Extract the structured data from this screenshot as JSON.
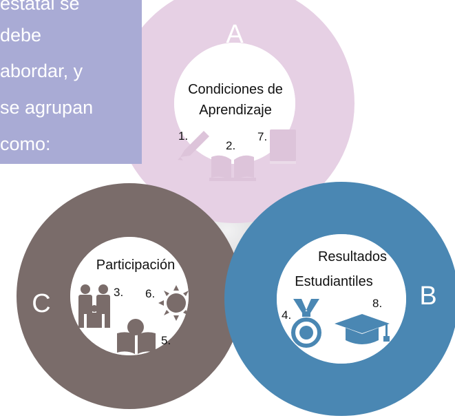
{
  "side_panel": {
    "lines": [
      "estatal se",
      "debe",
      "abordar, y",
      "se agrupan",
      "como:"
    ],
    "color": "#a9abd5"
  },
  "rings": {
    "a": {
      "letter": "A",
      "title_lines": [
        "Condiciones de",
        "Aprendizaje"
      ],
      "color": "#e6d0e4"
    },
    "b": {
      "letter": "B",
      "title_lines": [
        "Resultados",
        "Estudiantiles"
      ],
      "color": "#4a87b3"
    },
    "c": {
      "letter": "C",
      "title_lines": [
        "Participación"
      ],
      "color": "#7a6c6a"
    }
  },
  "numbers": {
    "n1": "1.",
    "n2": "2.",
    "n3": "3.",
    "n4": "4.",
    "n5": "5.",
    "n6": "6.",
    "n7": "7.",
    "n8": "8."
  },
  "icons": {
    "a": [
      "pencil-icon",
      "open-book-icon",
      "closed-book-icon"
    ],
    "b": [
      "medal-icon",
      "graduation-cap-icon"
    ],
    "c": [
      "family-icon",
      "sun-icon",
      "reading-person-icon"
    ]
  },
  "colors": {
    "icon_a": "#ddc4da",
    "icon_b": "#4a87b3",
    "icon_c": "#7a6c6a",
    "center": "#c8c9cc"
  }
}
